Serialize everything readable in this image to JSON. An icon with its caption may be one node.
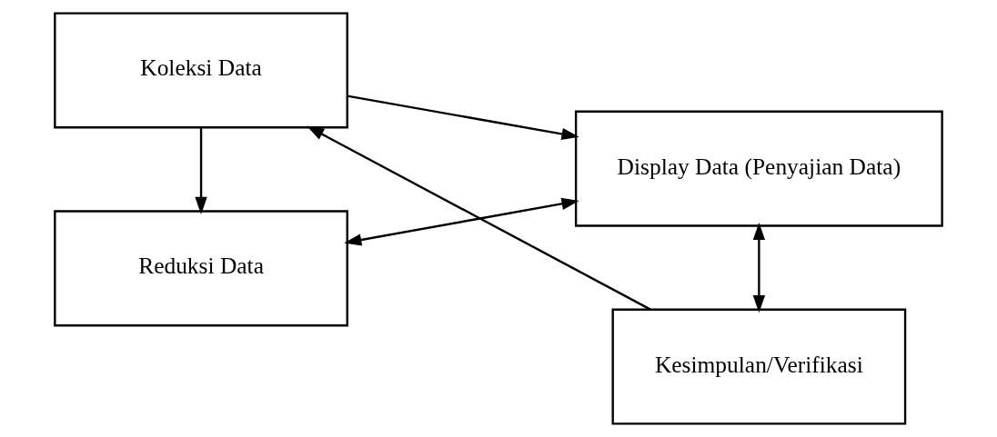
{
  "diagram": {
    "nodes": [
      {
        "text": [
          "Koleksi Data"
        ]
      },
      {
        "text": [
          "Display Data (Penyajian Data)"
        ]
      },
      {
        "text": [
          "Reduksi Data"
        ]
      },
      {
        "text": [
          "Kesimpulan/Verifikasi"
        ]
      }
    ],
    "edges": [
      {
        "from": 0,
        "to": 1,
        "arrow": "to"
      },
      {
        "from": 0,
        "to": 2,
        "arrow": "to"
      },
      {
        "from": 2,
        "to": 1,
        "arrow": "both"
      },
      {
        "from": 1,
        "to": 3,
        "arrow": "both"
      },
      {
        "from": 3,
        "to": 0,
        "arrow": "to"
      }
    ]
  }
}
